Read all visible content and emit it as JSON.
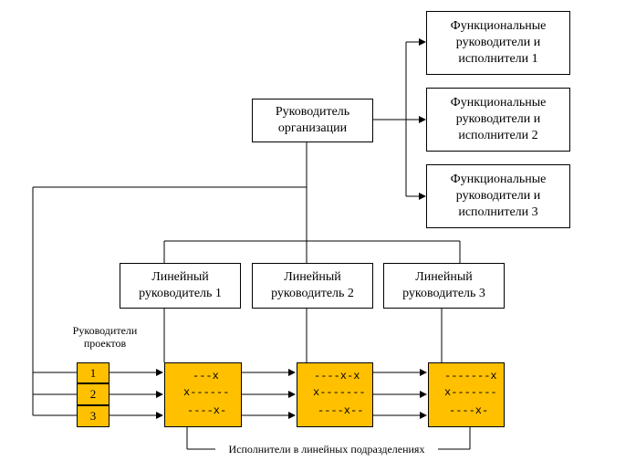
{
  "head": {
    "label": "Руководитель\nорганизации"
  },
  "functional": [
    {
      "label": "Функциональные\nруководители и\nисполнители 1"
    },
    {
      "label": "Функциональные\nруководители и\nисполнители 2"
    },
    {
      "label": "Функциональные\nруководители и\nисполнители 3"
    }
  ],
  "linear": [
    {
      "label": "Линейный\nруководитель 1"
    },
    {
      "label": "Линейный\nруководитель 2"
    },
    {
      "label": "Линейный\nруководитель 3"
    }
  ],
  "project_managers": {
    "title": "Руководители\nпроектов",
    "items": [
      "1",
      "2",
      "3"
    ]
  },
  "executor_cells": [
    {
      "lines": [
        "---x",
        "x------",
        "----x-"
      ]
    },
    {
      "lines": [
        "----x-x",
        "x-------",
        "----x--"
      ]
    },
    {
      "lines": [
        "-------x",
        "x-------",
        "----x-"
      ]
    }
  ],
  "footer_label": "Исполнители в линейных подразделениях",
  "colors": {
    "cell_fill": "#ffc000",
    "line": "#000000"
  }
}
